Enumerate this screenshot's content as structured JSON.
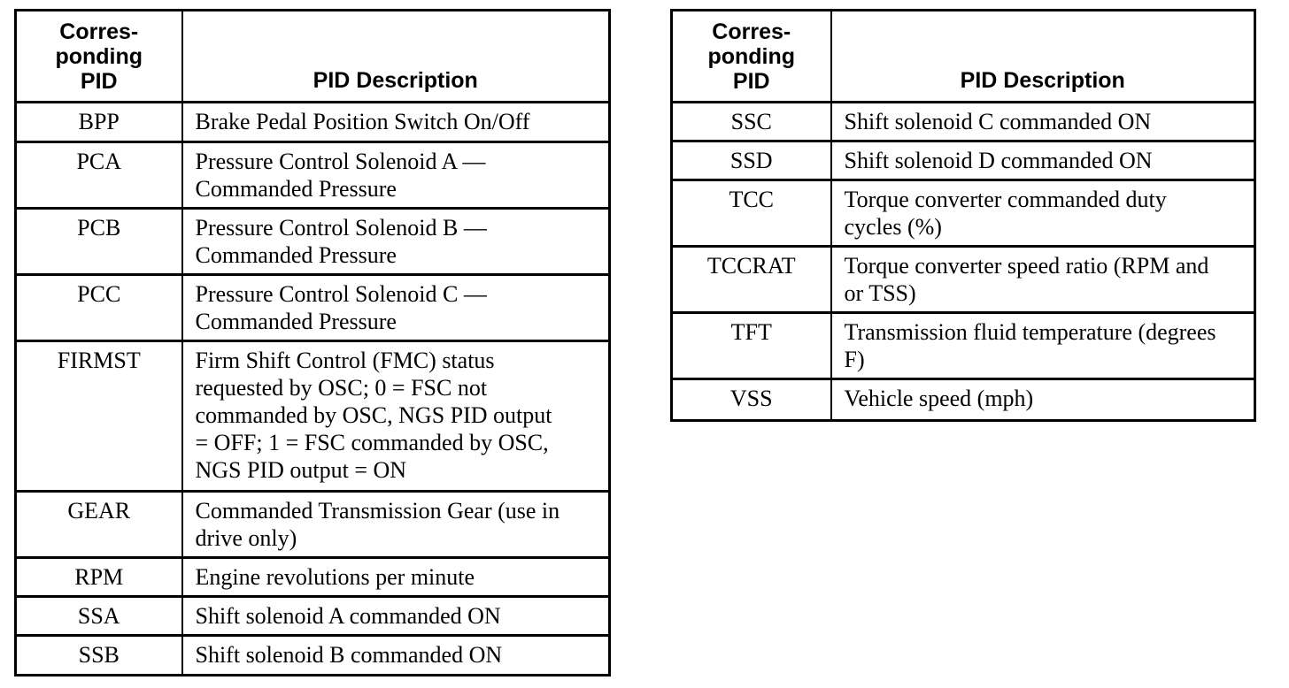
{
  "colors": {
    "background": "#ffffff",
    "border": "#000000",
    "text": "#000000"
  },
  "tables": [
    {
      "name": "pid-table-left",
      "header": {
        "pid_column": "Corres-\nponding\nPID",
        "description_column": "PID Description"
      },
      "rows": [
        {
          "pid": "BPP",
          "description": "Brake Pedal Position Switch On/Off"
        },
        {
          "pid": "PCA",
          "description": "Pressure Control Solenoid A —\nCommanded Pressure"
        },
        {
          "pid": "PCB",
          "description": "Pressure Control Solenoid B —\nCommanded Pressure"
        },
        {
          "pid": "PCC",
          "description": "Pressure Control Solenoid C —\nCommanded Pressure"
        },
        {
          "pid": "FIRMST",
          "description": "Firm Shift Control (FMC) status\nrequested by OSC; 0 = FSC not\ncommanded by OSC, NGS PID output\n= OFF; 1 = FSC commanded by OSC,\nNGS PID output = ON"
        },
        {
          "pid": "GEAR",
          "description": "Commanded Transmission Gear (use in\ndrive only)"
        },
        {
          "pid": "RPM",
          "description": "Engine revolutions per minute"
        },
        {
          "pid": "SSA",
          "description": "Shift solenoid A commanded ON"
        },
        {
          "pid": "SSB",
          "description": "Shift solenoid B commanded ON"
        }
      ]
    },
    {
      "name": "pid-table-right",
      "header": {
        "pid_column": "Corres-\nponding\nPID",
        "description_column": "PID Description"
      },
      "rows": [
        {
          "pid": "SSC",
          "description": "Shift solenoid C commanded ON"
        },
        {
          "pid": "SSD",
          "description": "Shift solenoid D commanded ON"
        },
        {
          "pid": "TCC",
          "description": "Torque converter commanded duty\ncycles (%)"
        },
        {
          "pid": "TCCRAT",
          "description": "Torque converter speed ratio (RPM and\nor TSS)"
        },
        {
          "pid": "TFT",
          "description": "Transmission fluid temperature (degrees\nF)"
        },
        {
          "pid": "VSS",
          "description": "Vehicle speed (mph)"
        }
      ]
    }
  ]
}
